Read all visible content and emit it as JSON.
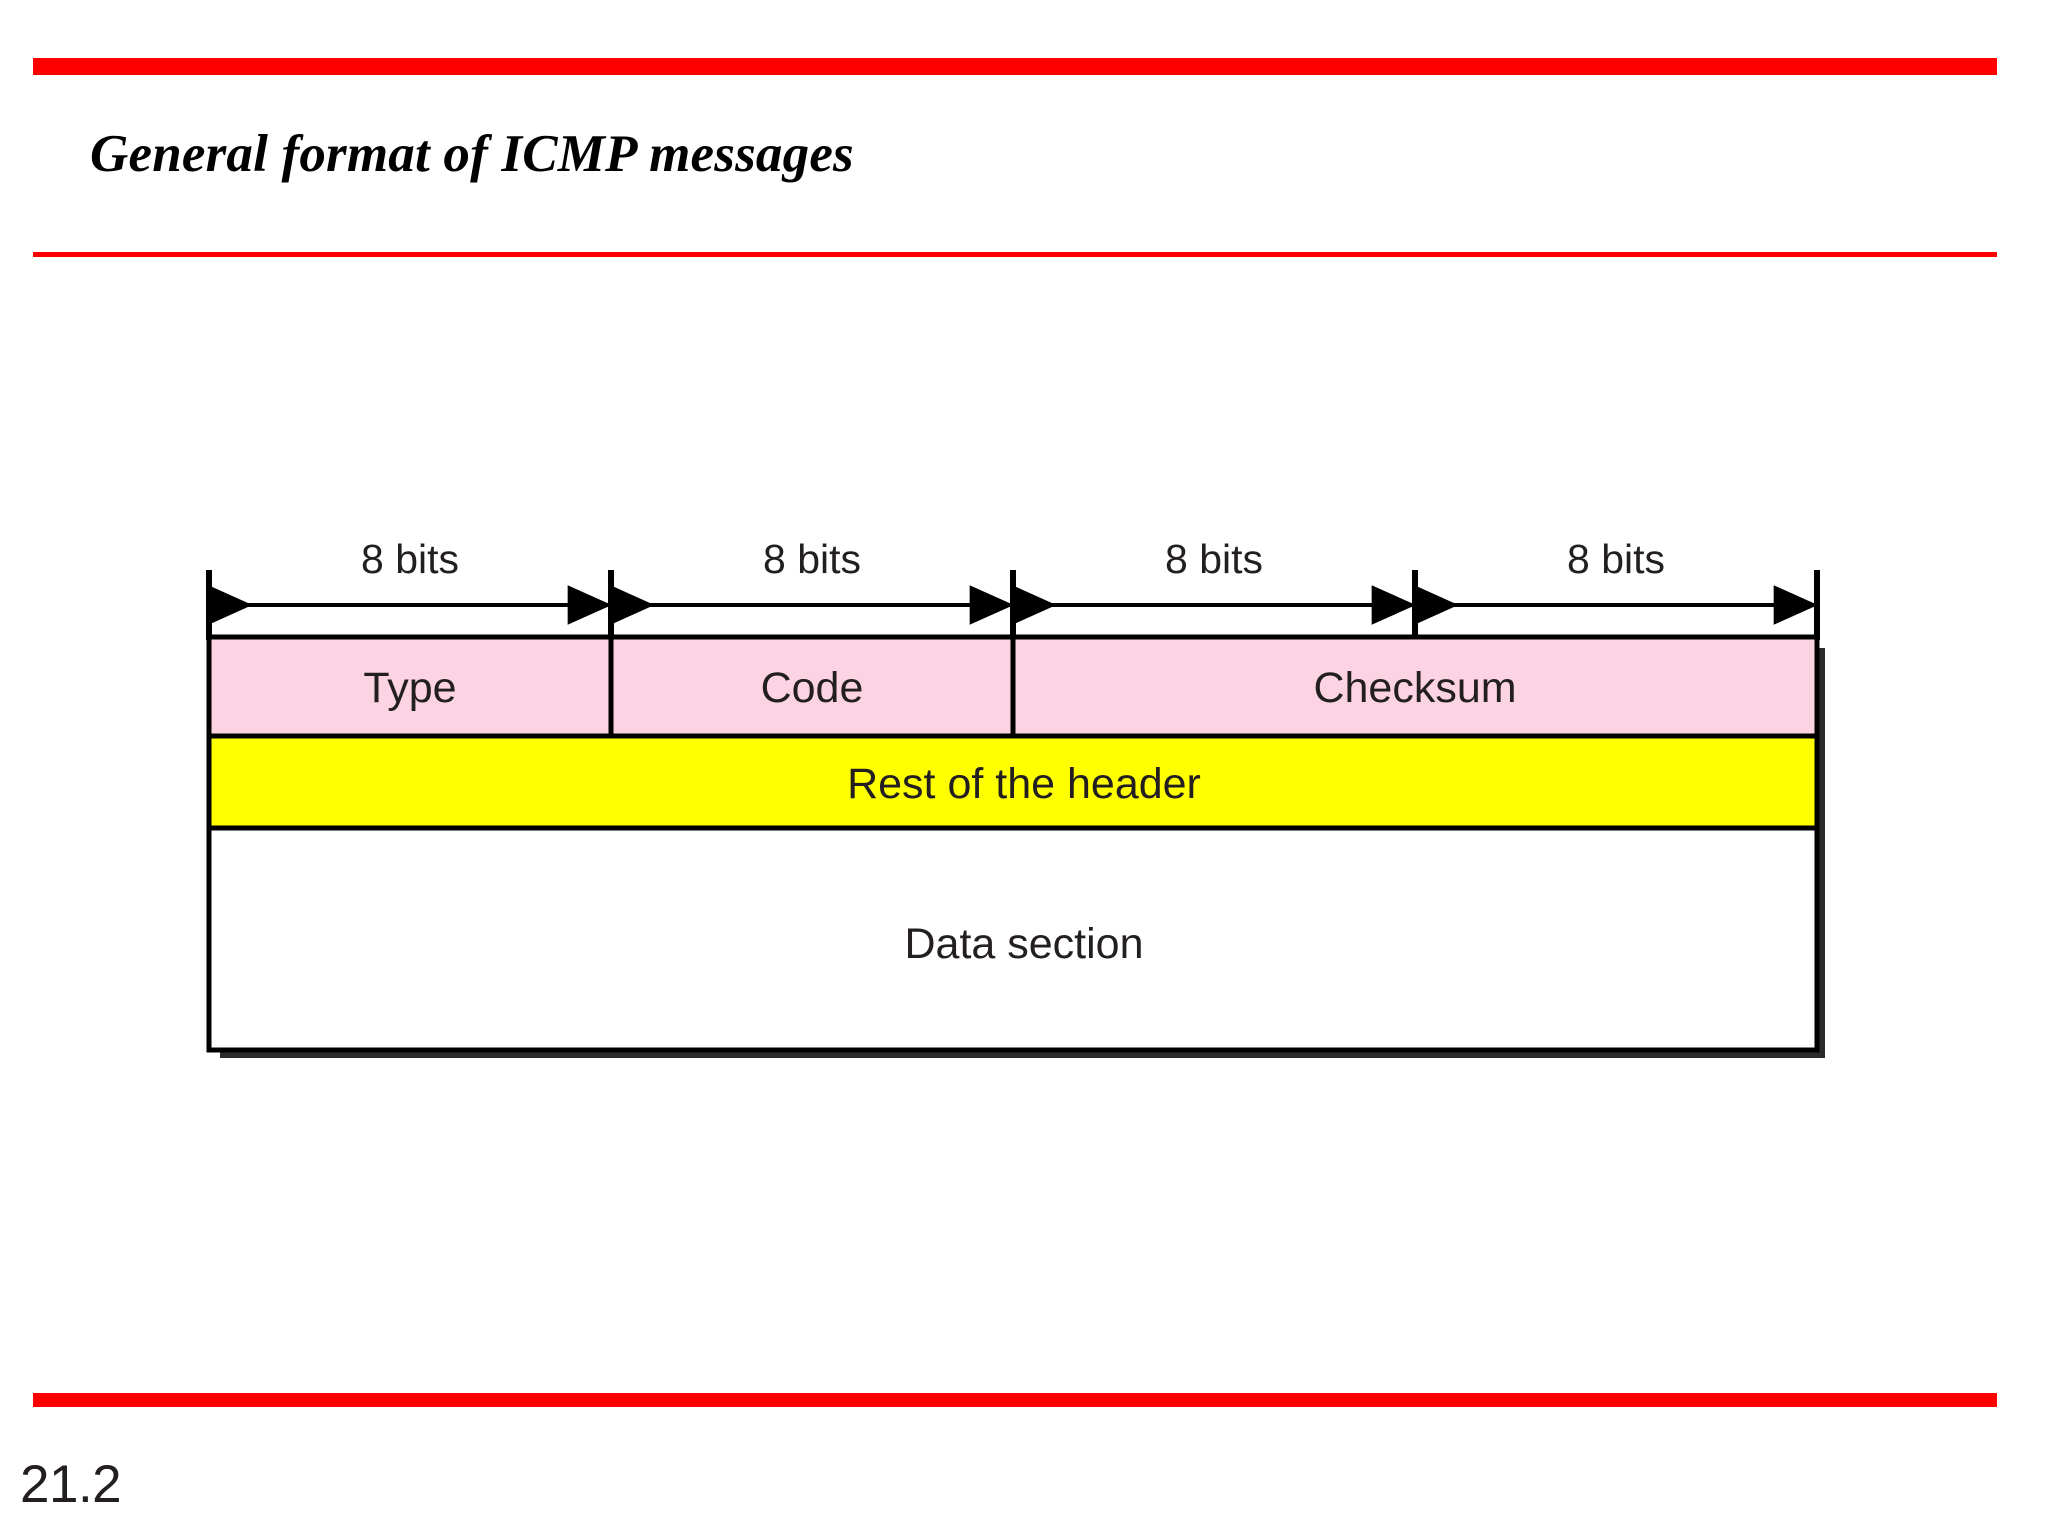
{
  "slide": {
    "title": "General format of ICMP messages",
    "page_number": "21.2",
    "accent_color": "#ff0000"
  },
  "figure": {
    "name": "general-format-of-icmp-messages-diagram",
    "bit_ruler": {
      "segments": [
        {
          "label": "8 bits"
        },
        {
          "label": "8 bits"
        },
        {
          "label": "8 bits"
        },
        {
          "label": "8 bits"
        }
      ],
      "total_bits": 32
    },
    "rows": [
      {
        "name": "header-row-1",
        "fill": "#fbd3e3",
        "cells": [
          {
            "label": "Type",
            "bits": 8
          },
          {
            "label": "Code",
            "bits": 8
          },
          {
            "label": "Checksum",
            "bits": 16
          }
        ]
      },
      {
        "name": "header-row-2",
        "fill": "#ffff00",
        "cells": [
          {
            "label": "Rest of the header",
            "bits": 32
          }
        ]
      },
      {
        "name": "data-row",
        "fill": "#ffffff",
        "cells": [
          {
            "label": "Data section",
            "bits": 32
          }
        ]
      }
    ],
    "shadow_color": "#2b2b2b",
    "border_color": "#000000"
  }
}
